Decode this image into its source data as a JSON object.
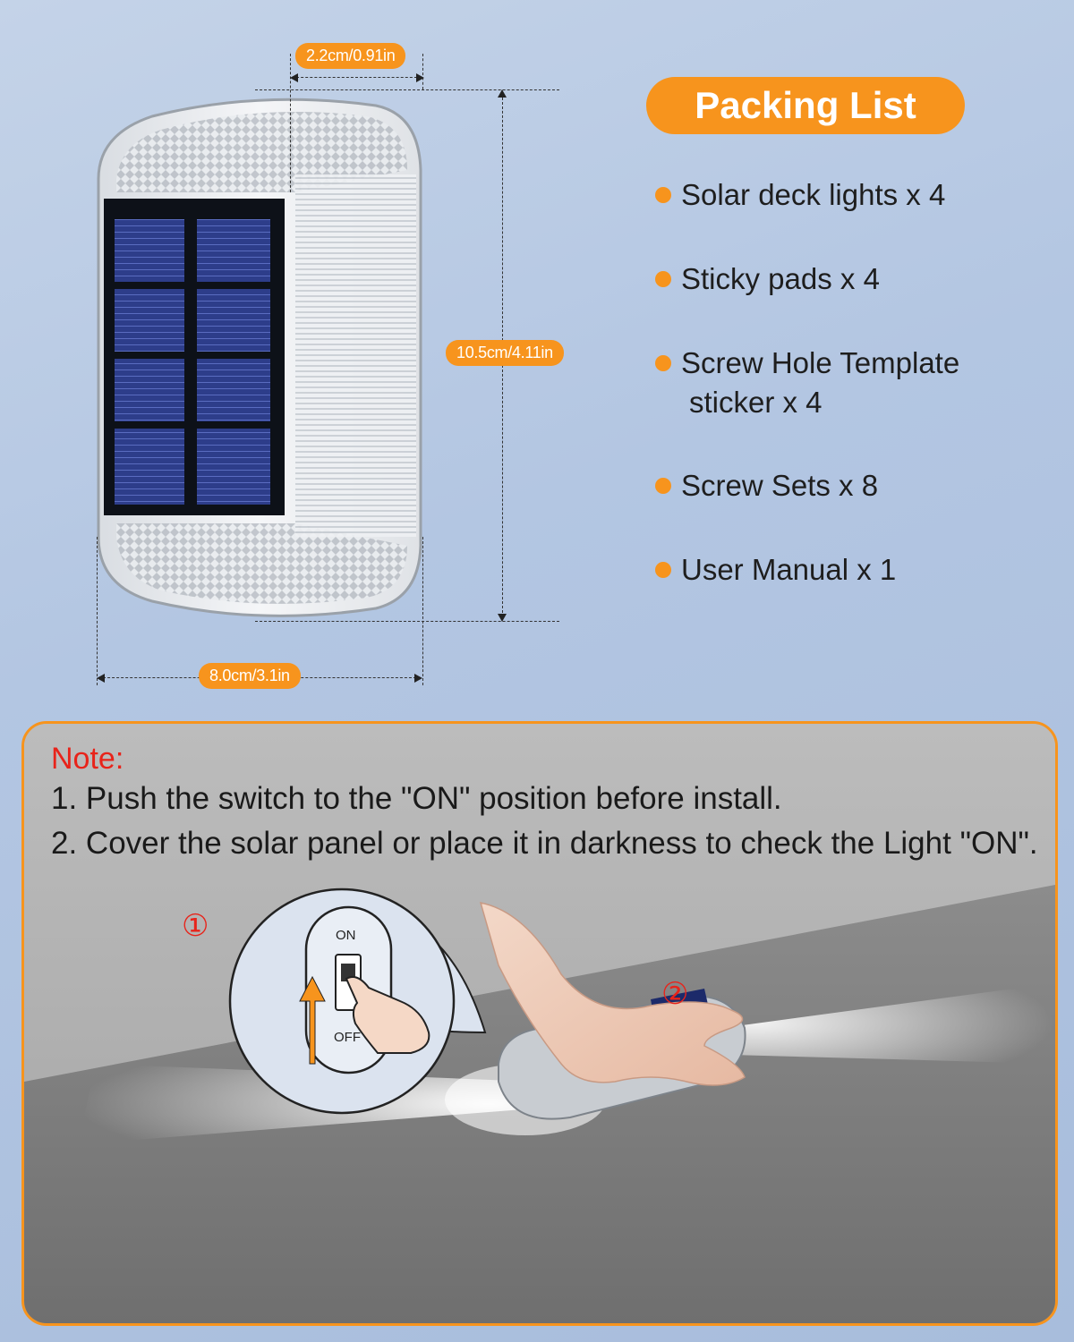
{
  "dimensions": {
    "depth": "2.2cm/0.91in",
    "height": "10.5cm/4.11in",
    "width": "8.0cm/3.1in"
  },
  "packing_list": {
    "title": "Packing List",
    "items": [
      {
        "line1": "Solar deck lights x 4",
        "line2": ""
      },
      {
        "line1": "Sticky pads x 4",
        "line2": ""
      },
      {
        "line1": "Screw Hole Template",
        "line2": "sticker x 4"
      },
      {
        "line1": "Screw Sets x 8",
        "line2": ""
      },
      {
        "line1": "User Manual x 1",
        "line2": ""
      }
    ]
  },
  "note": {
    "title": "Note:",
    "lines": [
      "1. Push the switch to the \"ON\" position before install.",
      "2. Cover the solar panel or place it in darkness to check the Light \"ON\"."
    ],
    "step1_marker": "①",
    "step2_marker": "②",
    "switch_on": "ON",
    "switch_off": "OFF"
  },
  "colors": {
    "accent": "#f7941d",
    "note_red": "#e8231a"
  }
}
